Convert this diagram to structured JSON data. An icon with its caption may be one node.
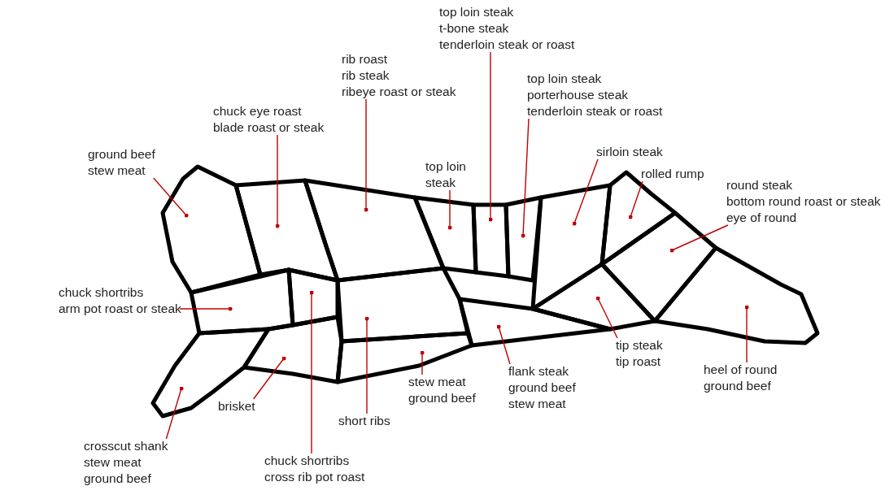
{
  "diagram": {
    "nodes": [
      {
        "text": [
          "ground beef",
          "stew meat"
        ]
      },
      {
        "text": [
          "chuck eye roast",
          "blade roast or steak"
        ]
      },
      {
        "text": [
          "rib roast",
          "rib steak",
          "ribeye roast or steak"
        ]
      },
      {
        "text": [
          "top loin steak"
        ]
      },
      {
        "text": [
          "top loin steak",
          "t-bone steak",
          "tenderloin steak or roast"
        ]
      },
      {
        "text": [
          "top loin steak",
          "porterhouse steak",
          "tenderloin steak or roast"
        ]
      },
      {
        "text": [
          "sirloin steak"
        ]
      },
      {
        "text": [
          "rolled rump"
        ]
      },
      {
        "text": [
          "round steak",
          "bottom round roast or steak",
          "eye of round"
        ]
      },
      {
        "text": [
          "chuck shortribs",
          "arm pot roast or steak"
        ]
      },
      {
        "text": [
          "tip steak",
          "tip roast"
        ]
      },
      {
        "text": [
          "heel of round",
          "ground beef"
        ]
      },
      {
        "text": [
          "flank steak",
          "ground beef",
          "stew meat"
        ]
      },
      {
        "text": [
          "stew meat",
          "ground beef"
        ]
      },
      {
        "text": [
          "short ribs"
        ]
      },
      {
        "text": [
          "brisket"
        ]
      },
      {
        "text": [
          "chuck shortribs",
          "cross rib pot roast"
        ]
      },
      {
        "text": [
          "crosscut shank",
          "stew meat",
          "ground beef"
        ]
      },
      {
        "text": [],
        "shape": "polygon"
      },
      {
        "text": [],
        "shape": "polygon"
      },
      {
        "text": [],
        "shape": "polygon"
      },
      {
        "text": [],
        "shape": "polygon"
      },
      {
        "text": [],
        "shape": "polygon"
      },
      {
        "text": [],
        "shape": "polygon"
      },
      {
        "text": [],
        "shape": "polygon"
      },
      {
        "text": [],
        "shape": "polygon"
      },
      {
        "text": [],
        "shape": "polygon"
      },
      {
        "text": [],
        "shape": "polygon"
      },
      {
        "text": [],
        "shape": "polygon"
      },
      {
        "text": [],
        "shape": "polygon"
      },
      {
        "text": [],
        "shape": "polygon"
      },
      {
        "text": [],
        "shape": "polygon"
      },
      {
        "text": [],
        "shape": "polygon"
      },
      {
        "text": [],
        "shape": "polygon"
      },
      {
        "text": [],
        "shape": "polygon"
      },
      {
        "text": [],
        "shape": "polygon"
      }
    ],
    "edges": [
      {
        "from": 0,
        "to": 19,
        "arrow": "other"
      },
      {
        "from": 1,
        "to": 21,
        "arrow": "other"
      },
      {
        "from": 2,
        "to": 24,
        "arrow": "other"
      },
      {
        "from": 3,
        "to": 27,
        "arrow": "other"
      },
      {
        "from": 4,
        "to": 28,
        "arrow": "other"
      },
      {
        "from": 5,
        "to": 30,
        "arrow": "other"
      },
      {
        "from": 6,
        "to": 31,
        "arrow": "other"
      },
      {
        "from": 7,
        "to": 33,
        "arrow": "other"
      },
      {
        "from": 8,
        "to": 34,
        "arrow": "other"
      },
      {
        "from": 9,
        "to": 20,
        "arrow": "other"
      },
      {
        "from": 10,
        "to": 32,
        "arrow": "other"
      },
      {
        "from": 11,
        "to": 35,
        "arrow": "other"
      },
      {
        "from": 12,
        "to": 29,
        "arrow": "other"
      },
      {
        "from": 13,
        "to": 26,
        "arrow": "other"
      },
      {
        "from": 14,
        "to": 25,
        "arrow": "other"
      },
      {
        "from": 15,
        "to": 22,
        "arrow": "other"
      },
      {
        "from": 16,
        "to": 23,
        "arrow": "other"
      },
      {
        "from": 17,
        "to": 18,
        "arrow": "other"
      }
    ]
  }
}
